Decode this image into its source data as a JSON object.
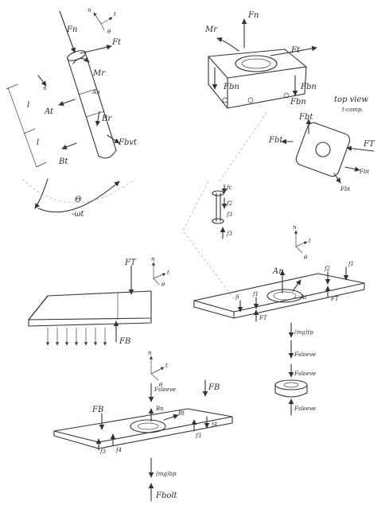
{
  "labels": {
    "beam": {
      "F_n": "Fn",
      "n": "n",
      "t": "t",
      "theta": "θ",
      "F_t": "Ft",
      "M_r": "Mr",
      "A_n": "An",
      "A_t": "At",
      "B_r": "Br",
      "B_t": "Bt",
      "F_bvt": "Fbvt",
      "l1": "l",
      "l2": "l",
      "Theta": "Θ",
      "omega_t": "-ωt"
    },
    "block": {
      "M_r": "Mr",
      "F_n": "Fn",
      "F_t": "Ft",
      "F_bn_left": "Fbn",
      "F_bn_right": "Fbn",
      "F_bn_lower": "Fbn"
    },
    "top_view": {
      "title": "top view",
      "subtitle": "t-comp.",
      "F_bt_top": "Fbt",
      "F_T": "FT",
      "F_bt_left": "Fbt",
      "F_bt_right": "Fbt",
      "F_bt_bottom": "Fbt"
    },
    "spring": {
      "f_a": "fc",
      "f_b": "f2",
      "f_c": "f3",
      "f_d": "f3"
    },
    "wedge": {
      "F_T": "FT",
      "n": "n",
      "t": "t",
      "theta": "θ",
      "F_B": "FB"
    },
    "plate": {
      "n": "n",
      "t": "t",
      "theta": "θ",
      "A_n": "An",
      "A_t": "At",
      "f1": "f1",
      "f2": "f2",
      "fi": "fi",
      "f1b": "f1",
      "F_T_left": "FT",
      "F_T_right": "FT",
      "mg": "(mg)tp",
      "F_sleeve_1": "Fsleeve",
      "F_sleeve_2": "Fsleeve",
      "F_sleeve_3": "Fsleeve"
    },
    "base": {
      "n": "n",
      "t": "t",
      "theta": "θ",
      "F_sleeve": "Fsleeve",
      "F_B_left": "FB",
      "F_B_right": "FB",
      "B_n": "Bn",
      "B_t": "Bt",
      "f4_right": "f4",
      "f3": "f3",
      "f4": "f4",
      "f3b": "f3",
      "mg": "(mg)bp",
      "F_bolt": "Fbolt"
    }
  }
}
